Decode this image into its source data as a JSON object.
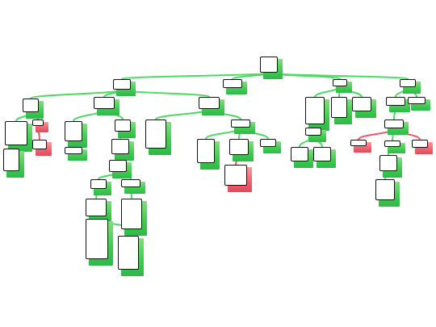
{
  "diagram": {
    "type": "tree",
    "colors": {
      "green": "#4cd964",
      "red": "#f05565",
      "border": "#111111"
    },
    "nodes": [
      {
        "id": "root",
        "parent": null,
        "color": "green",
        "label": ""
      },
      {
        "id": "a",
        "parent": "root",
        "color": "green",
        "label": ""
      },
      {
        "id": "b",
        "parent": "root",
        "color": "green",
        "label": ""
      },
      {
        "id": "c",
        "parent": "root",
        "color": "green",
        "label": ""
      },
      {
        "id": "d",
        "parent": "root",
        "color": "green",
        "label": ""
      },
      {
        "id": "a1",
        "parent": "a",
        "color": "green",
        "label": ""
      },
      {
        "id": "a2",
        "parent": "a",
        "color": "green",
        "label": ""
      },
      {
        "id": "a3",
        "parent": "a",
        "color": "green",
        "label": ""
      },
      {
        "id": "a1x",
        "parent": "a1",
        "color": "green",
        "label": ""
      },
      {
        "id": "a1y",
        "parent": "a1",
        "color": "red",
        "label": ""
      },
      {
        "id": "a1xc",
        "parent": "a1x",
        "color": "green",
        "label": ""
      },
      {
        "id": "a1yc",
        "parent": "a1y",
        "color": "red",
        "label": ""
      },
      {
        "id": "a2x",
        "parent": "a2",
        "color": "green",
        "label": ""
      },
      {
        "id": "a2y",
        "parent": "a2",
        "color": "green",
        "label": ""
      },
      {
        "id": "a2xc",
        "parent": "a2x",
        "color": "green",
        "label": ""
      },
      {
        "id": "a2yc",
        "parent": "a2y",
        "color": "green",
        "label": ""
      },
      {
        "id": "a2yd",
        "parent": "a2yc",
        "color": "green",
        "label": ""
      },
      {
        "id": "a2ye",
        "parent": "a2yd",
        "color": "green",
        "label": ""
      },
      {
        "id": "a2yf",
        "parent": "a2yd",
        "color": "green",
        "label": ""
      },
      {
        "id": "a2yg",
        "parent": "a2ye",
        "color": "green",
        "label": ""
      },
      {
        "id": "a2yh",
        "parent": "a2yf",
        "color": "green",
        "label": ""
      },
      {
        "id": "a2yi",
        "parent": "a2yh",
        "color": "green",
        "label": ""
      },
      {
        "id": "a3x",
        "parent": "a3",
        "color": "green",
        "label": ""
      },
      {
        "id": "a3y",
        "parent": "a3",
        "color": "green",
        "label": ""
      },
      {
        "id": "a3y1",
        "parent": "a3y",
        "color": "green",
        "label": ""
      },
      {
        "id": "a3y2",
        "parent": "a3y",
        "color": "green",
        "label": ""
      },
      {
        "id": "a3y3",
        "parent": "a3y",
        "color": "green",
        "label": ""
      },
      {
        "id": "a3y2c",
        "parent": "a3y2",
        "color": "red",
        "label": ""
      },
      {
        "id": "c1",
        "parent": "c",
        "color": "green",
        "label": ""
      },
      {
        "id": "c2",
        "parent": "c",
        "color": "green",
        "label": ""
      },
      {
        "id": "c3",
        "parent": "c",
        "color": "green",
        "label": ""
      },
      {
        "id": "c1a",
        "parent": "c1",
        "color": "green",
        "label": ""
      },
      {
        "id": "c1b",
        "parent": "c1a",
        "color": "green",
        "label": ""
      },
      {
        "id": "c1c",
        "parent": "c1a",
        "color": "green",
        "label": ""
      },
      {
        "id": "d1",
        "parent": "d",
        "color": "green",
        "label": ""
      },
      {
        "id": "d2",
        "parent": "d",
        "color": "green",
        "label": ""
      },
      {
        "id": "d1a",
        "parent": "d1",
        "color": "green",
        "label": ""
      },
      {
        "id": "d1b",
        "parent": "d1a",
        "color": "red",
        "label": ""
      },
      {
        "id": "d1c",
        "parent": "d1a",
        "color": "green",
        "label": ""
      },
      {
        "id": "d1d",
        "parent": "d1a",
        "color": "red",
        "label": ""
      },
      {
        "id": "d1e",
        "parent": "d1c",
        "color": "green",
        "label": ""
      },
      {
        "id": "d1f",
        "parent": "d1e",
        "color": "green",
        "label": ""
      }
    ]
  }
}
